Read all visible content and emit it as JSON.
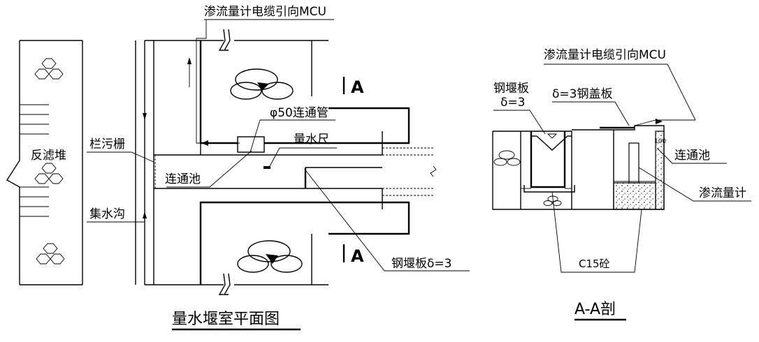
{
  "plan": {
    "title": "量水堰室平面图",
    "labels": {
      "cable_mcu": "渗流量计电缆引向MCU",
      "pipe": "φ50连通管",
      "gauge": "量水尺",
      "grille": "栏污栅",
      "filter_pile": "反滤堆",
      "pool": "连通池",
      "ditch": "集水沟",
      "weir_plate": "钢堰板δ=3",
      "section_mark_top": "A",
      "section_mark_bottom": "A"
    }
  },
  "section": {
    "title": "A-A剖",
    "labels": {
      "cable_mcu": "渗流量计电缆引向MCU",
      "weir_plate_line1": "钢堰板",
      "weir_plate_line2": "δ=3",
      "cover_plate": "δ=3钢盖板",
      "pool": "连通池",
      "flow_meter": "渗流量计",
      "concrete": "C15砼",
      "dim_100": "100"
    }
  }
}
